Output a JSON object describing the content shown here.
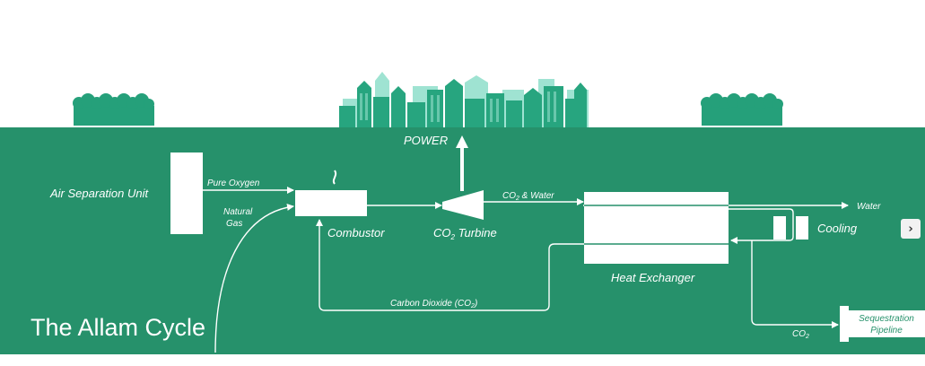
{
  "title": "The Allam Cycle",
  "colors": {
    "background": "#26916b",
    "panel": "#ffffff",
    "trees": "#25a07a",
    "city_dark": "#27a57f",
    "city_light": "#9fe3d2"
  },
  "components": {
    "air_separation_unit": "Air Separation Unit",
    "combustor": "Combustor",
    "turbine_prefix": "CO",
    "turbine_sub": "2",
    "turbine_suffix": " Turbine",
    "heat_exchanger": "Heat Exchanger",
    "cooling": "Cooling",
    "sequestration_line1": "Sequestration",
    "sequestration_line2": "Pipeline"
  },
  "flows": {
    "pure_oxygen": "Pure Oxygen",
    "natural_gas_line1": "Natural",
    "natural_gas_line2": "Gas",
    "power": "POWER",
    "co2_water_prefix": "CO",
    "co2_water_sub": "2",
    "co2_water_suffix": " & Water",
    "water": "Water",
    "carbon_dioxide_prefix": "Carbon Dioxide (CO",
    "carbon_dioxide_sub": "2",
    "carbon_dioxide_suffix": ")",
    "co2_out_prefix": "CO",
    "co2_out_sub": "2"
  },
  "controls": {
    "next_icon": "chevron-right-icon",
    "next_glyph": "›"
  }
}
